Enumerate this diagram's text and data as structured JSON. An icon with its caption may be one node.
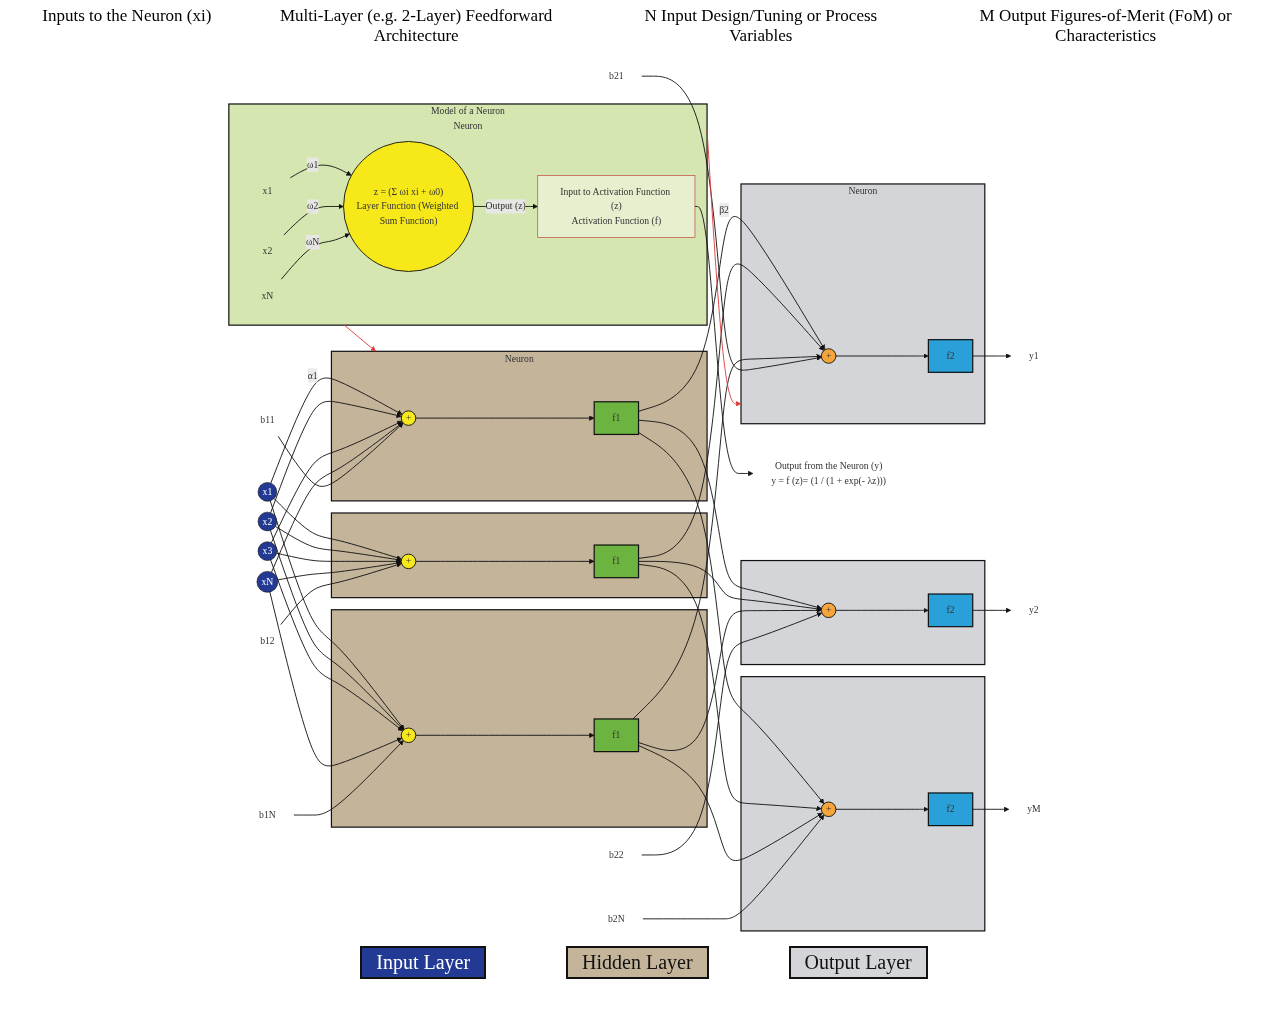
{
  "diagram": {
    "nodes": [
      {
        "text": [
          "Model of a Neuron",
          "Neuron"
        ]
      },
      {
        "text": [
          "x1"
        ],
        "in": 0
      },
      {
        "text": [
          "x2"
        ],
        "in": 0
      },
      {
        "text": [
          "xN"
        ],
        "in": 0
      },
      {
        "text": [
          "z = (Σ ωi xi + ω0)",
          "Layer Function (Weighted Sum Function)"
        ],
        "in": 0
      },
      {
        "text": [
          "Input to Activation Function (z)",
          "Activation Function (f)"
        ],
        "in": 0
      },
      {
        "text": [
          "Output from the Neuron (y)"
        ],
        "beside": [
          "y = f (z)= (1 / (1 + exp(- λz)))"
        ]
      },
      {
        "text": [
          "x1"
        ]
      },
      {
        "text": [
          "x2"
        ]
      },
      {
        "text": [
          "x3"
        ]
      },
      {
        "text": [
          "xN"
        ]
      },
      {
        "text": [],
        "shape": "box",
        "beside": [
          "Neuron"
        ]
      },
      {
        "text": [
          "+"
        ],
        "in": 11
      },
      {
        "text": [
          "f1"
        ],
        "in": 11
      },
      {
        "text": [
          "b11"
        ]
      },
      {
        "text": [],
        "shape": "box"
      },
      {
        "text": [
          "+"
        ],
        "in": 15
      },
      {
        "text": [
          "f1"
        ],
        "in": 15
      },
      {
        "text": [
          "b12"
        ]
      },
      {
        "text": [],
        "shape": "box"
      },
      {
        "text": [
          "+"
        ],
        "in": 19
      },
      {
        "text": [
          "f1"
        ],
        "in": 19
      },
      {
        "text": [
          "b1N"
        ]
      },
      {
        "text": [],
        "shape": "box",
        "beside": [
          "Neuron"
        ]
      },
      {
        "text": [
          "+"
        ],
        "in": 23
      },
      {
        "text": [
          "f2"
        ],
        "in": 23
      },
      {
        "text": [
          "b21"
        ]
      },
      {
        "text": [
          "y1"
        ]
      },
      {
        "text": [],
        "shape": "box"
      },
      {
        "text": [
          "+"
        ],
        "in": 28
      },
      {
        "text": [
          "f2"
        ],
        "in": 28
      },
      {
        "text": [
          "b22"
        ]
      },
      {
        "text": [
          "y2"
        ]
      },
      {
        "text": [],
        "shape": "box"
      },
      {
        "text": [
          "+"
        ],
        "in": 33
      },
      {
        "text": [
          "f2"
        ],
        "in": 33
      },
      {
        "text": [
          "b2N"
        ]
      },
      {
        "text": [
          "yM"
        ]
      }
    ],
    "edges": [
      {
        "from": 1,
        "to": 4,
        "arrow": "to",
        "label": "ω1"
      },
      {
        "from": 2,
        "to": 4,
        "arrow": "to",
        "label": "ω2"
      },
      {
        "from": 3,
        "to": 4,
        "arrow": "to",
        "label": "ωN"
      },
      {
        "from": 4,
        "to": 5,
        "arrow": "to",
        "label": "Output (z)"
      },
      {
        "from": 5,
        "to": 6,
        "arrow": "to"
      },
      {
        "from": 0,
        "to": 11,
        "arrow": "to",
        "color": "#e03a3a"
      },
      {
        "from": 0,
        "to": 23,
        "arrow": "to",
        "color": "#e03a3a"
      },
      {
        "from": 7,
        "to": 12,
        "arrow": "to",
        "label": "α1"
      },
      {
        "from": 7,
        "to": 16,
        "arrow": "to"
      },
      {
        "from": 7,
        "to": 20,
        "arrow": "to"
      },
      {
        "from": 8,
        "to": 12,
        "arrow": "to"
      },
      {
        "from": 8,
        "to": 16,
        "arrow": "to"
      },
      {
        "from": 8,
        "to": 20,
        "arrow": "to"
      },
      {
        "from": 9,
        "to": 12,
        "arrow": "to"
      },
      {
        "from": 9,
        "to": 16,
        "arrow": "to"
      },
      {
        "from": 9,
        "to": 20,
        "arrow": "to"
      },
      {
        "from": 10,
        "to": 12,
        "arrow": "to"
      },
      {
        "from": 10,
        "to": 16,
        "arrow": "to"
      },
      {
        "from": 10,
        "to": 20,
        "arrow": "to"
      },
      {
        "from": 14,
        "to": 12,
        "arrow": "to"
      },
      {
        "from": 12,
        "to": 13,
        "arrow": "to"
      },
      {
        "from": 18,
        "to": 16,
        "arrow": "to"
      },
      {
        "from": 16,
        "to": 17,
        "arrow": "to"
      },
      {
        "from": 22,
        "to": 20,
        "arrow": "to"
      },
      {
        "from": 20,
        "to": 21,
        "arrow": "to"
      },
      {
        "from": 13,
        "to": 24,
        "arrow": "to",
        "label": "β2"
      },
      {
        "from": 13,
        "to": 29,
        "arrow": "to"
      },
      {
        "from": 13,
        "to": 34,
        "arrow": "to"
      },
      {
        "from": 17,
        "to": 24,
        "arrow": "to"
      },
      {
        "from": 17,
        "to": 29,
        "arrow": "to"
      },
      {
        "from": 17,
        "to": 34,
        "arrow": "to"
      },
      {
        "from": 21,
        "to": 24,
        "arrow": "to"
      },
      {
        "from": 21,
        "to": 29,
        "arrow": "to"
      },
      {
        "from": 21,
        "to": 34,
        "arrow": "to"
      },
      {
        "from": 26,
        "to": 24,
        "arrow": "to"
      },
      {
        "from": 24,
        "to": 25,
        "arrow": "to"
      },
      {
        "from": 31,
        "to": 29,
        "arrow": "to"
      },
      {
        "from": 29,
        "to": 30,
        "arrow": "to"
      },
      {
        "from": 36,
        "to": 34,
        "arrow": "to"
      },
      {
        "from": 34,
        "to": 35,
        "arrow": "to"
      },
      {
        "from": 25,
        "to": 27,
        "arrow": "to"
      },
      {
        "from": 30,
        "to": 32,
        "arrow": "to"
      },
      {
        "from": 35,
        "to": 37,
        "arrow": "to"
      }
    ],
    "labels": [
      "Inputs to the Neuron (xi)",
      "Multi-Layer (e.g. 2-Layer) Feedforward Architecture",
      "N Input Design/Tuning or Process Variables",
      "M Output Figures-of-Merit (FoM) or Characteristics"
    ],
    "legend": [
      {
        "text": "Input Layer",
        "color": "#223a94"
      },
      {
        "text": "Hidden Layer",
        "color": "#c4b49a"
      },
      {
        "text": "Output Layer",
        "color": "#d4d5d9"
      }
    ]
  }
}
